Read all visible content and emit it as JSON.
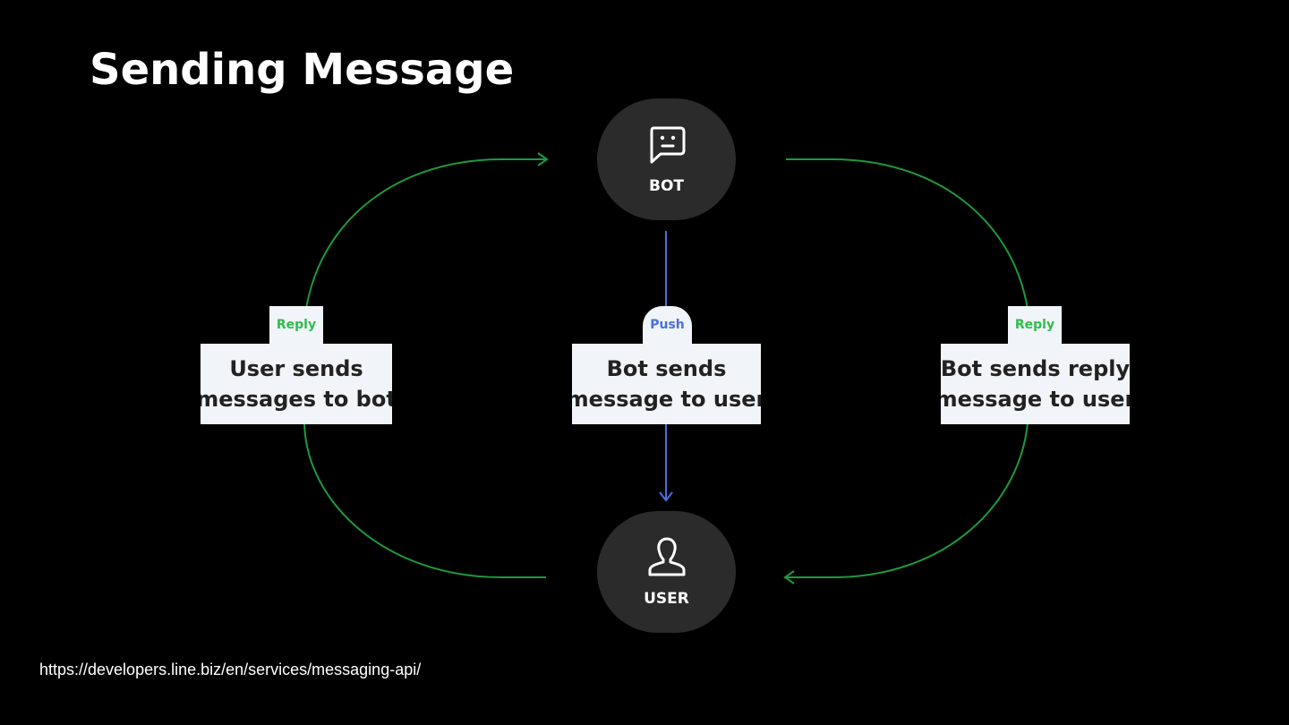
{
  "title": "Sending Message",
  "colors": {
    "reply": "#2ebd4e",
    "push": "#4a6fe0",
    "node_bg": "#2b2b2b",
    "box_bg": "#f1f4f8"
  },
  "nodes": {
    "bot": {
      "label": "BOT",
      "icon": "bot-chat-icon"
    },
    "user": {
      "label": "USER",
      "icon": "user-icon"
    }
  },
  "flows": {
    "left": {
      "tag": "Reply",
      "line1": "User sends",
      "line2": "messages to bot"
    },
    "center": {
      "tag": "Push",
      "line1": "Bot sends",
      "line2": "message to user"
    },
    "right": {
      "tag": "Reply",
      "line1": "Bot sends reply",
      "line2": "message to user"
    }
  },
  "footer": {
    "url": "https://developers.line.biz/en/services/messaging-api/"
  }
}
